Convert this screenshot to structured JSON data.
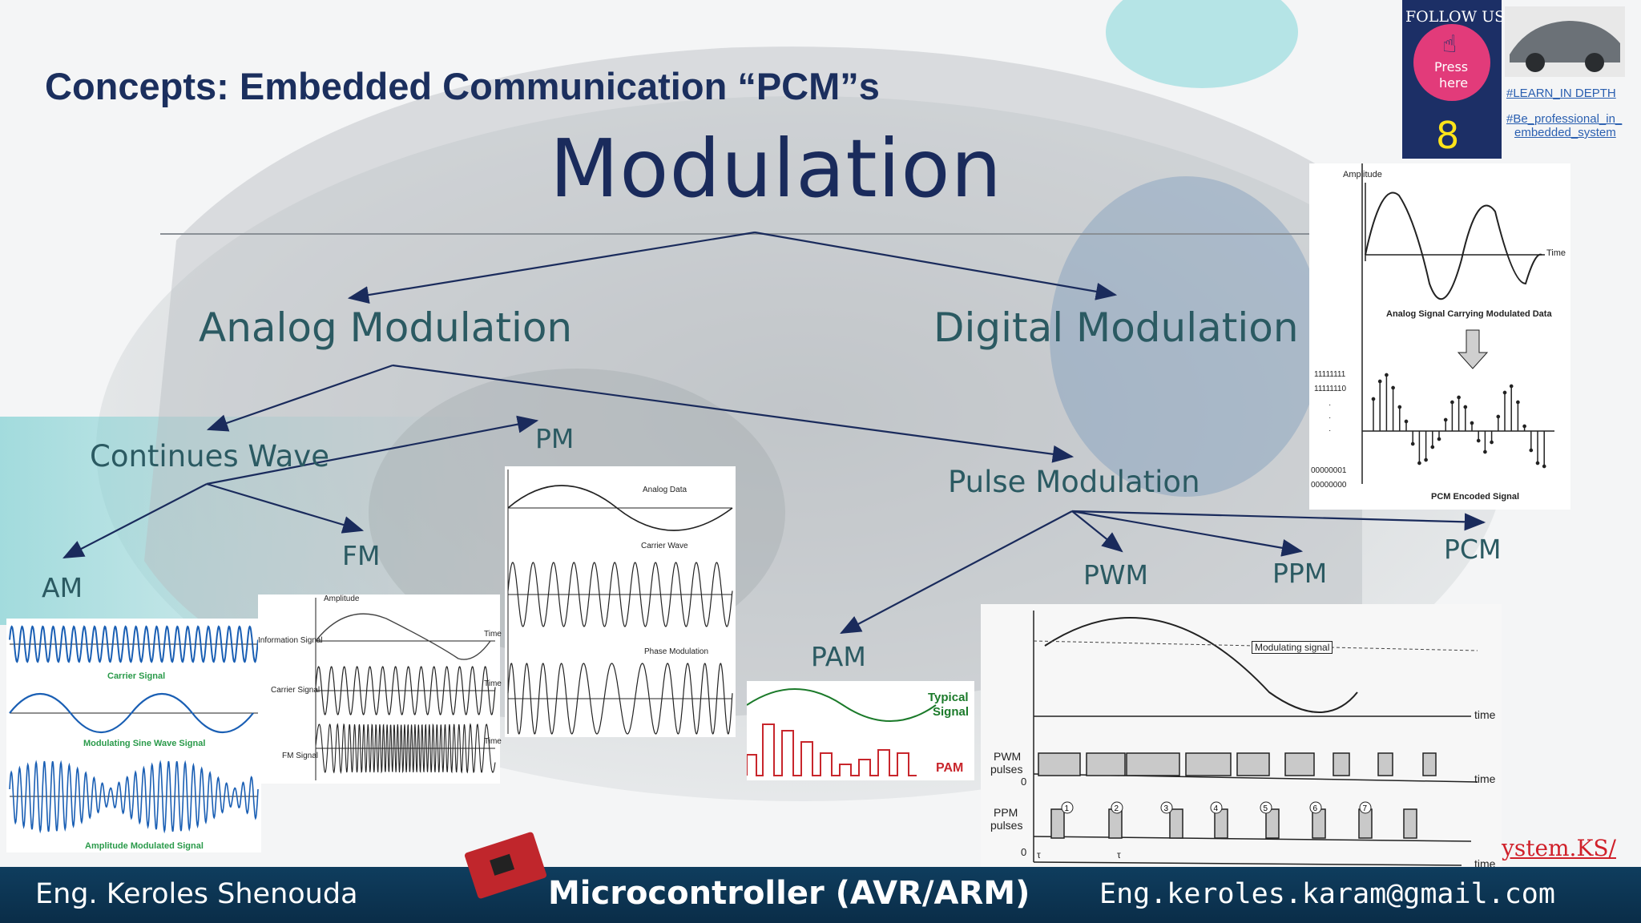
{
  "title": "Concepts: Embedded Communication “PCM”s",
  "heading": "Modulation",
  "tree": {
    "analog": "Analog Modulation",
    "digital": "Digital Modulation",
    "continues_wave": "Continues Wave",
    "pulse": "Pulse Modulation",
    "am": "AM",
    "fm": "FM",
    "pm": "PM",
    "pam": "PAM",
    "pwm": "PWM",
    "ppm": "PPM",
    "pcm": "PCM"
  },
  "am_panel": {
    "carrier": "Carrier Signal",
    "modulating": "Modulating Sine Wave Signal",
    "am_signal": "Amplitude Modulated Signal"
  },
  "fm_panel": {
    "amplitude": "Amplitude",
    "info": "Information Signal",
    "carrier": "Carrier Signal",
    "fm": "FM Signal",
    "time": "Time"
  },
  "pm_panel": {
    "analog": "Analog Data",
    "carrier": "Carrier Wave",
    "phase": "Phase Modulation"
  },
  "pam_panel": {
    "typical_1": "Typical",
    "typical_2": "Signal",
    "pam": "PAM"
  },
  "pwm_panel": {
    "modulating": "Modulating signal",
    "time": "time",
    "pwm_1": "PWM",
    "pwm_2": "pulses",
    "ppm_1": "PPM",
    "ppm_2": "pulses",
    "zero": "0",
    "tau": "τ",
    "indices": [
      "1",
      "2",
      "3",
      "4",
      "5",
      "6",
      "7"
    ]
  },
  "pcm_panel": {
    "amplitude": "Amplitude",
    "time": "Time",
    "analog_caption": "Analog Signal Carrying Modulated Data",
    "code_hi1": "11111111",
    "code_hi2": "11111110",
    "dots": "·",
    "code_lo1": "00000001",
    "code_lo2": "00000000",
    "pcm_caption": "PCM Encoded Signal"
  },
  "follow": {
    "label": "FOLLOW US",
    "press": "Press",
    "here": "here",
    "number": "8",
    "tag1": "#LEARN_IN DEPTH",
    "tag2": "#Be_professional_in_",
    "tag3": "embedded_system"
  },
  "url_fragment": "ystem.KS/",
  "footer": {
    "author": "Eng. Keroles Shenouda",
    "course": "Microcontroller (AVR/ARM)",
    "email": "Eng.keroles.karam@gmail.com"
  },
  "colors": {
    "title": "#1b2f5e",
    "tree": "#2b5a62",
    "arrows": "#1a2b5c",
    "footer": "#0f3d5e"
  }
}
